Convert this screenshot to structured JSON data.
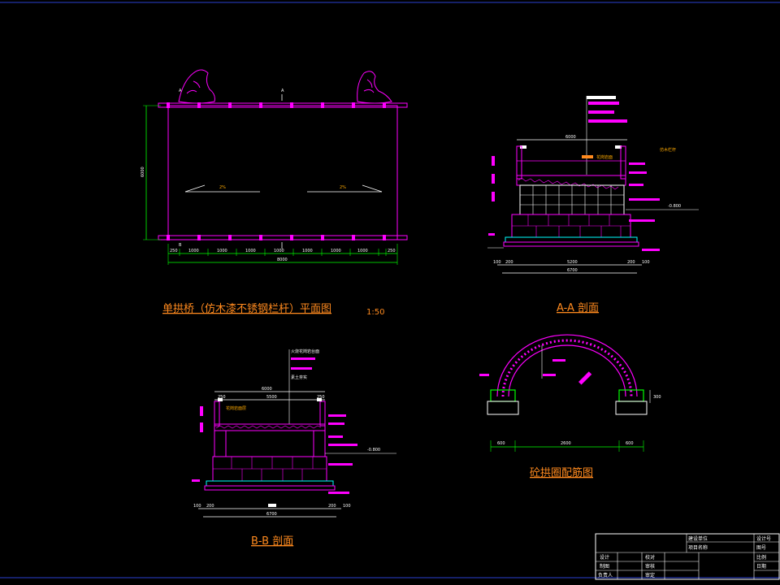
{
  "plan": {
    "title": "单拱桥（仿木漆不锈钢栏杆）平面图",
    "scale": "1:50",
    "overall_length": "8000",
    "overall_width": "6000",
    "segments": [
      "250",
      "1000",
      "1000",
      "1000",
      "1000",
      "1000",
      "1000",
      "1000",
      "250"
    ],
    "slope_left": "2%",
    "slope_right": "2%",
    "section_mark_top": "A",
    "section_mark_side": "B"
  },
  "section_aa": {
    "title": "A-A 剖面",
    "top_dim": "6000",
    "bottom_dims": [
      "100",
      "200",
      "5200",
      "200",
      "100"
    ],
    "bottom_total": "6700",
    "level": "-0.800",
    "callout_left": "花岗岩面",
    "callout_right": "仿木栏杆"
  },
  "section_bb": {
    "title": "B-B 剖面",
    "top_dim": "6000",
    "mid_dims": [
      "250",
      "5500",
      "250"
    ],
    "bottom_dims": [
      "100",
      "200",
      "200",
      "100"
    ],
    "bottom_total": "6700",
    "level": "-0.800",
    "note_top": "火烧花岗岩台面",
    "note_mid": "花岗岩面层",
    "note_bottom": "素土夯实"
  },
  "arch": {
    "title": "砼拱圈配筋图",
    "dims": [
      "600",
      "2600",
      "600"
    ],
    "side_dim": "300"
  },
  "titleblock": {
    "row1": [
      "建设单位",
      "设计号"
    ],
    "row2": [
      "项目名称",
      "图号"
    ],
    "row3": [
      "设计",
      "校对",
      "比例"
    ],
    "row4": [
      "制图",
      "审核",
      "日期"
    ],
    "row5": [
      "负责人",
      "审定"
    ]
  },
  "colors": {
    "background": "#000000",
    "primary": "#ff00ff",
    "secondary": "#ffffff",
    "dimension": "#00ff00",
    "title": "#ff8a1e"
  }
}
